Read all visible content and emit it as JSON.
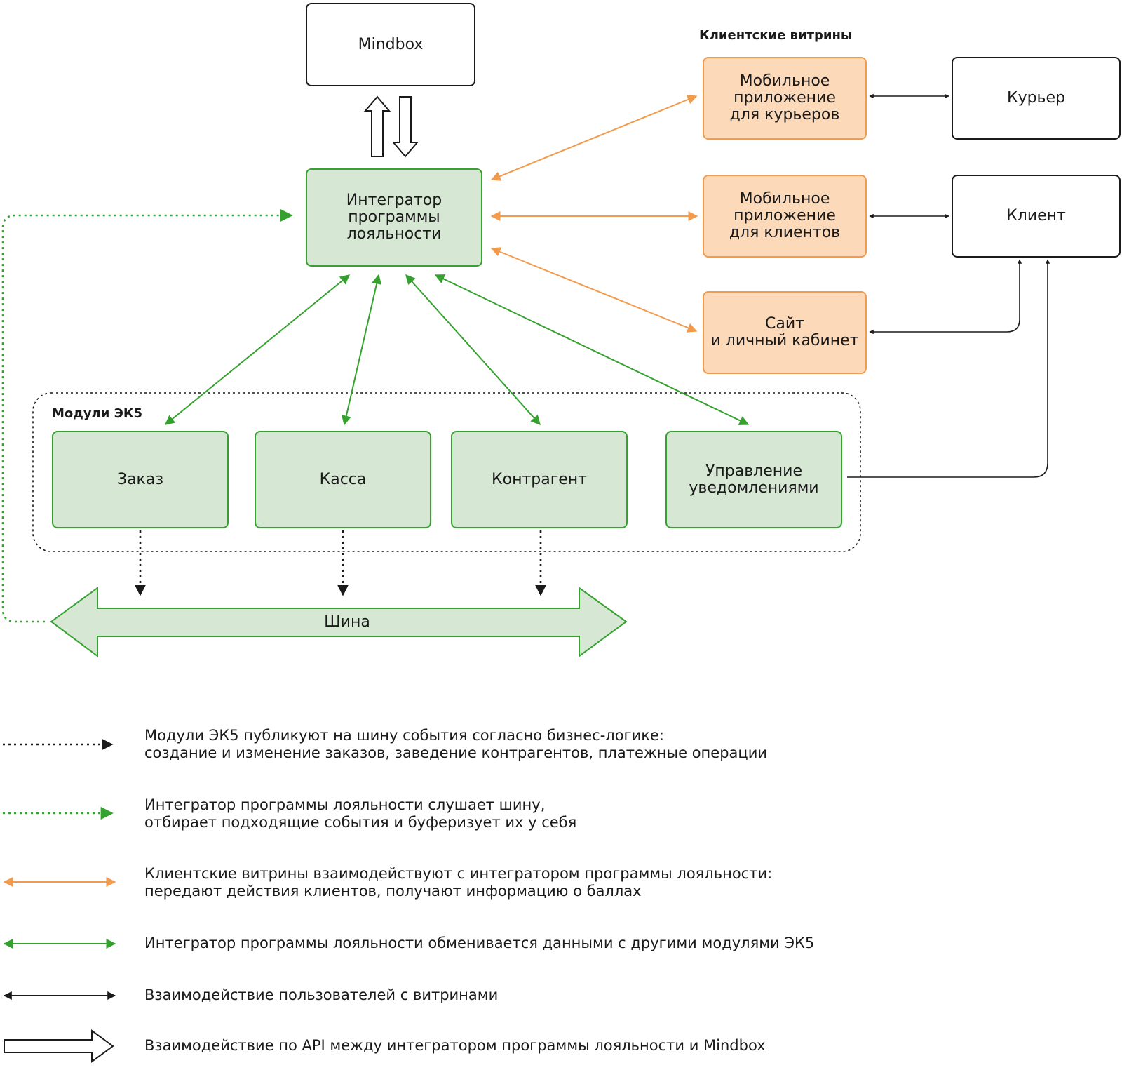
{
  "nodes": {
    "mindbox": "Mindbox",
    "integrator": "Интегратор\nпрограммы\nлояльности",
    "app_couriers": "Мобильное\nприложение\nдля курьеров",
    "app_clients": "Мобильное\nприложение\nдля клиентов",
    "site": "Сайт\nи личный кабинет",
    "courier": "Курьер",
    "client": "Клиент",
    "order": "Заказ",
    "cashbox": "Касса",
    "counterparty": "Контрагент",
    "notifications": "Управление\nуведомлениями",
    "bus": "Шина"
  },
  "groups": {
    "storefronts": "Клиентские витрины",
    "modules": "Модули ЭК5"
  },
  "legend": [
    {
      "style": "black-dotted",
      "text": "Модули ЭК5 публикуют на шину события согласно бизнес-логике:\nсоздание и изменение заказов, заведение контрагентов, платежные операции"
    },
    {
      "style": "green-dotted",
      "text": "Интегратор программы лояльности слушает шину,\nотбирает подходящие события и буферизует их у себя"
    },
    {
      "style": "orange-double",
      "text": "Клиентские витрины взаимодействуют с интегратором программы лояльности:\nпередают действия клиентов, получают информацию о баллах"
    },
    {
      "style": "green-double",
      "text": "Интегратор программы лояльности обменивается данными с другими модулями ЭК5"
    },
    {
      "style": "black-double",
      "text": "Взаимодействие пользователей с витринами"
    },
    {
      "style": "hollow-arrow",
      "text": "Взаимодействие по API между интегратором программы лояльности и Mindbox"
    }
  ],
  "colors": {
    "orange": "#f29b4d",
    "green": "#35a12f",
    "black": "#1a1a1a"
  }
}
